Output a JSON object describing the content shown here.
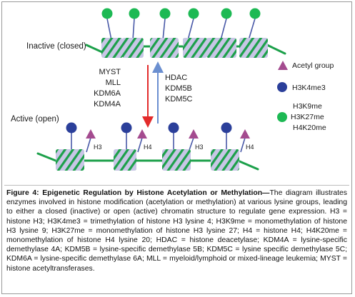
{
  "diagram": {
    "inactive_label": "Inactive (closed)",
    "active_label": "Active (open)",
    "writers": [
      "MYST",
      "MLL",
      "KDM6A",
      "KDM4A"
    ],
    "erasers": [
      "HDAC",
      "KDM5B",
      "KDM5C"
    ],
    "histone_labels": [
      "H3",
      "H4",
      "H3",
      "H4"
    ],
    "legend": {
      "acetyl": "Acetyl group",
      "h3k4me3": "H3K4me3",
      "green_marks": [
        "H3K9me",
        "H3K27me",
        "H4K20me"
      ]
    }
  },
  "colors": {
    "nucleosome_fill": "#c8c6e6",
    "nucleosome_stripe": "#1ca04a",
    "green_mark": "#1db954",
    "navy_mark": "#2b3f9a",
    "acetyl_triangle": "#a44b8f",
    "stalk": "#4a5aa8",
    "arrow_down": "#e32b2b",
    "arrow_up": "#6b8fd0"
  },
  "icons": [
    "acetyl-triangle-icon",
    "h3k4me3-circle-icon",
    "methyl-green-circle-icon",
    "nucleosome-icon",
    "down-arrow-icon",
    "up-arrow-icon"
  ],
  "caption": {
    "title": "Figure 4: Epigenetic Regulation by Histone Acetylation or Methylation—",
    "body": "The diagram illustrates enzymes involved in histone modification (acetylation or methylation) at various lysine groups, leading to either a closed (inactive) or open (active) chromatin structure to regulate gene expression. H3 = histone H3; H3K4me3 = trimethylation of histone H3 lysine 4; H3K9me = monomethylation of histone H3 lysine 9; H3K27me = monomethylation of histone H3 lysine 27; H4 = histone H4; H4K20me = monomethylation of histone H4 lysine 20; HDAC = histone deacetylase; KDM4A = lysine-specific demethylase 4A; KDM5B = lysine-specific demethylase 5B; KDM5C = lysine specific demethylase 5C; KDM6A = lysine-specific demethylase 6A; MLL = myeloid/lymphoid or mixed-lineage leukemia; MYST = histone acetyltransferases."
  }
}
